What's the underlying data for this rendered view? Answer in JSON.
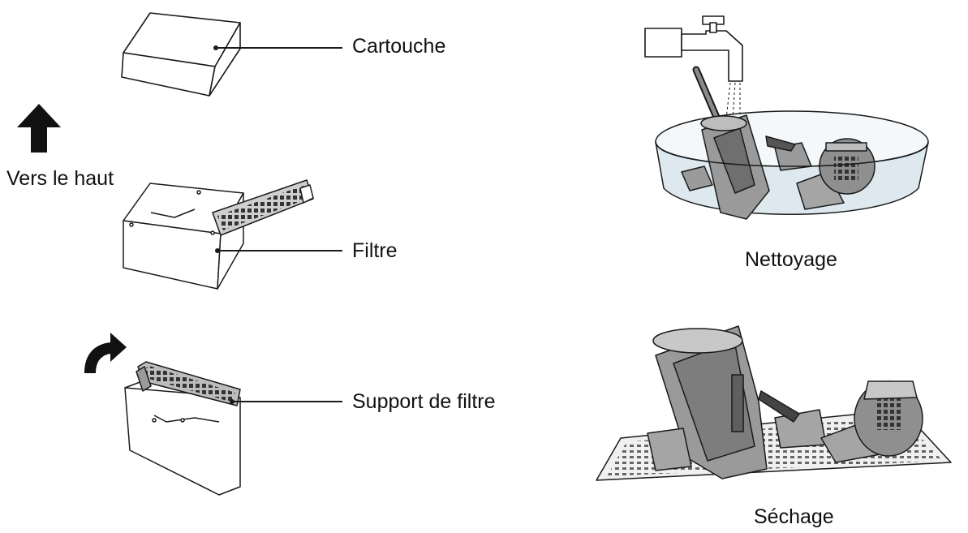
{
  "labels": {
    "cartouche": "Cartouche",
    "vers_le_haut": "Vers le haut",
    "filtre": "Filtre",
    "support_de_filtre": "Support de filtre",
    "nettoyage": "Nettoyage",
    "sechage": "Séchage"
  },
  "icons": {
    "up_arrow": "arrow-up-icon",
    "rotate_arrow": "curved-arrow-icon",
    "faucet": "faucet-icon"
  },
  "colors": {
    "line": "#1a1a1a",
    "part_fill": "#ffffff",
    "component_fill": "#9a9a9a",
    "component_dark": "#555555",
    "water": "#dde9ef",
    "mat": "#f0f0f0"
  }
}
